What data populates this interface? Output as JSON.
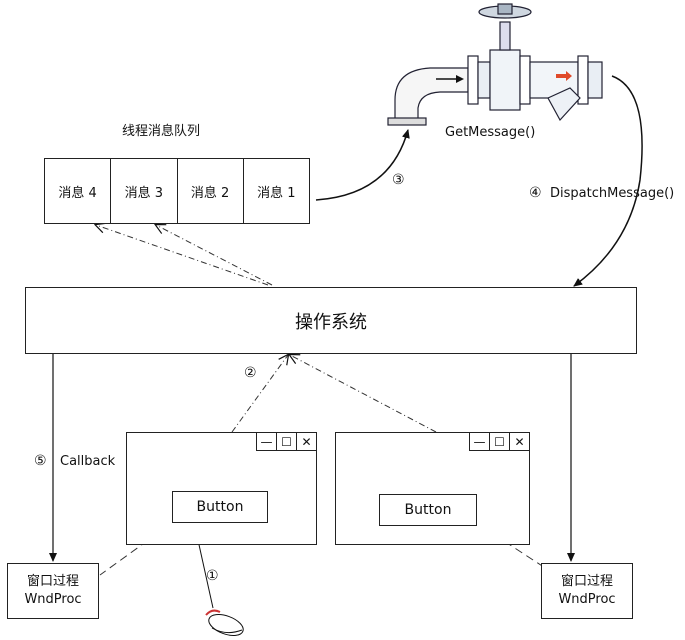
{
  "queue": {
    "title": "线程消息队列",
    "messages": [
      "消息 4",
      "消息 3",
      "消息 2",
      "消息 1"
    ]
  },
  "os": {
    "label": "操作系统"
  },
  "windows": [
    {
      "button_label": "Button",
      "controls": [
        "—",
        "☐",
        "✕"
      ]
    },
    {
      "button_label": "Button",
      "controls": [
        "—",
        "☐",
        "✕"
      ]
    }
  ],
  "procs": [
    {
      "line1": "窗口过程",
      "line2": "WndProc"
    },
    {
      "line1": "窗口过程",
      "line2": "WndProc"
    }
  ],
  "steps": {
    "s1": {
      "num": "①"
    },
    "s2": {
      "num": "②"
    },
    "s3": {
      "num": "③",
      "label": "GetMessage()"
    },
    "s4": {
      "num": "④",
      "label": "DispatchMessage()"
    },
    "s5": {
      "num": "⑤",
      "label": "Callback"
    }
  }
}
